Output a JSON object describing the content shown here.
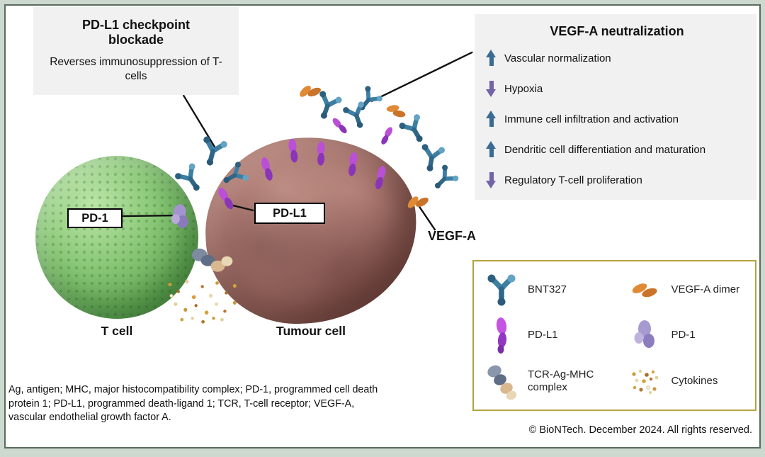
{
  "checkpoint_box": {
    "title": "PD-L1 checkpoint blockade",
    "subtitle": "Reverses immunosuppression of T-cells"
  },
  "vegf_box": {
    "title": "VEGF-A neutralization",
    "effects": [
      {
        "direction": "up",
        "label": "Vascular normalization"
      },
      {
        "direction": "down",
        "label": "Hypoxia"
      },
      {
        "direction": "up",
        "label": "Immune cell infiltration and activation"
      },
      {
        "direction": "up",
        "label": "Dendritic cell differentiation and maturation"
      },
      {
        "direction": "down",
        "label": "Regulatory T-cell proliferation"
      }
    ]
  },
  "cells": {
    "t_cell_label": "T cell",
    "tumour_cell_label": "Tumour cell"
  },
  "molecule_labels": {
    "pd1": "PD-1",
    "pdl1": "PD-L1",
    "vegfa": "VEGF-A"
  },
  "legend": {
    "items": [
      {
        "icon": "bnt327-antibody-icon",
        "label": "BNT327"
      },
      {
        "icon": "vegf-a-dimer-icon",
        "label": "VEGF-A dimer"
      },
      {
        "icon": "pd-l1-icon",
        "label": "PD-L1"
      },
      {
        "icon": "pd-1-icon",
        "label": "PD-1"
      },
      {
        "icon": "tcr-ag-mhc-icon",
        "label": "TCR-Ag-MHC complex"
      },
      {
        "icon": "cytokines-icon",
        "label": "Cytokines"
      }
    ]
  },
  "footer": {
    "abbreviations": "Ag, antigen; MHC, major histocompatibility complex; PD-1, programmed cell death protein 1; PD-L1, programmed death-ligand 1; TCR, T-cell receptor; VEGF-A, vascular endothelial growth factor A.",
    "copyright": "© BioNTech. December 2024. All rights reserved."
  },
  "colors": {
    "up_arrow": "#3a6b95",
    "down_arrow": "#7262a8",
    "antibody_teal": "#3d7fa3",
    "vegf_orange": "#dd8833",
    "pdl1_magenta": "#a844cc",
    "pd1_purple": "#a393cf",
    "t_cell_green": "#7ec06a",
    "tumour_mauve": "#96655f",
    "legend_border": "#b3a43e",
    "frame_green": "#cdd9ce"
  }
}
